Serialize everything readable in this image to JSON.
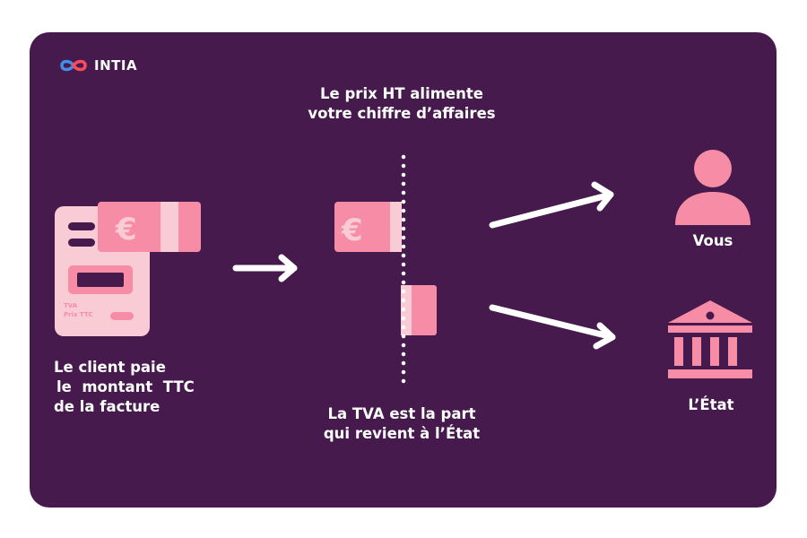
{
  "brand": {
    "name": "INTIA"
  },
  "labels": {
    "ht_line1": "Le prix HT alimente",
    "ht_line2": "votre chiffre d’affaires",
    "client_line1": "Le client paie",
    "client_line2": "le  montant  TTC",
    "client_line3": "de la facture",
    "tva_line1": "La TVA est la part",
    "tva_line2": "qui revient à l’État",
    "vous": "Vous",
    "etat": "L’État"
  },
  "terminal": {
    "line1": "TVA",
    "line2": "Prix TTC"
  },
  "glyphs": {
    "euro": "€"
  },
  "colors": {
    "background": "#461a4d",
    "pink": "#f68ca5",
    "pink_light": "#f9ccd5",
    "white": "#ffffff"
  },
  "icons": [
    "infinity-logo-icon",
    "payment-terminal-icon",
    "euro-banknote-icon",
    "person-icon",
    "bank-building-icon",
    "arrow-right-icon"
  ]
}
